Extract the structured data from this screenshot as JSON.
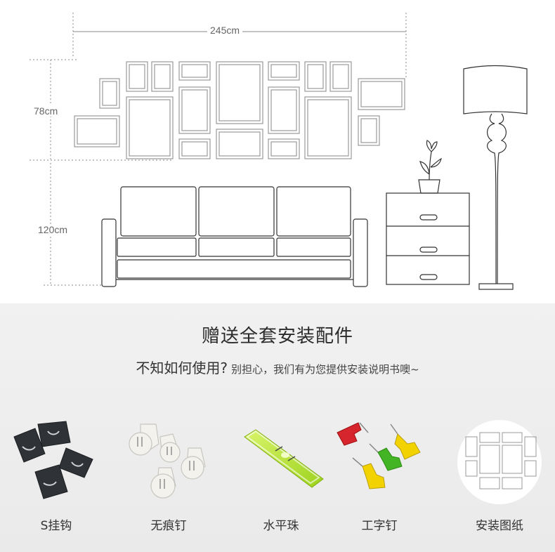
{
  "dimensions": {
    "width_label": "245cm",
    "frames_height_label": "78cm",
    "sofa_height_label": "120cm"
  },
  "accessories": {
    "title": "赠送全套安装配件",
    "question": "不知如何使用?",
    "answer": "别担心，我们有为您提供安装说明书噢~",
    "items": [
      {
        "label": "S挂钩",
        "icon": "s-hook-icon"
      },
      {
        "label": "无痕钉",
        "icon": "traceless-nail-icon"
      },
      {
        "label": "水平珠",
        "icon": "spirit-level-icon"
      },
      {
        "label": "工字钉",
        "icon": "push-pin-icon"
      },
      {
        "label": "安装图纸",
        "icon": "installation-drawing-icon"
      }
    ]
  }
}
